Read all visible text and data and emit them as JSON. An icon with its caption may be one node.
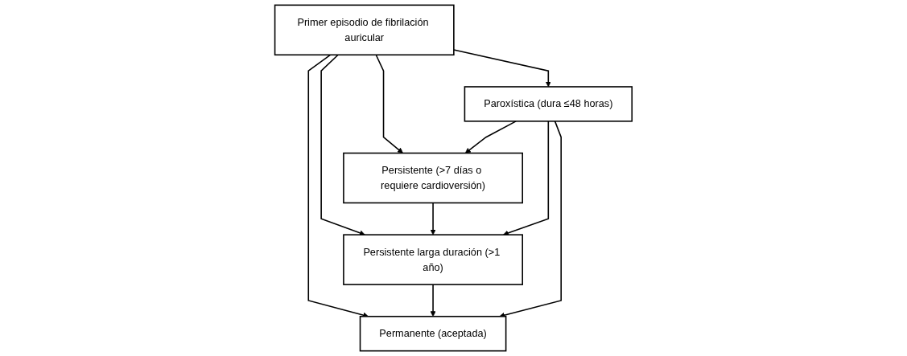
{
  "diagram": {
    "nodes": [
      {
        "text": [
          "Primer episodio de fibrilación auricular"
        ]
      },
      {
        "text": [
          "Paroxística (dura ≤48 horas)"
        ]
      },
      {
        "text": [
          "Persistente (>7 días o requiere cardioversión)"
        ]
      },
      {
        "text": [
          "Persistente larga duración (>1 año)"
        ]
      },
      {
        "text": [
          "Permanente (aceptada)"
        ]
      }
    ],
    "edges": [
      {
        "from": 0,
        "to": 1,
        "arrow": "to"
      },
      {
        "from": 0,
        "to": 2,
        "arrow": "to"
      },
      {
        "from": 0,
        "to": 3,
        "arrow": "to"
      },
      {
        "from": 0,
        "to": 4,
        "arrow": "to"
      },
      {
        "from": 1,
        "to": 2,
        "arrow": "to"
      },
      {
        "from": 2,
        "to": 3,
        "arrow": "to"
      },
      {
        "from": 1,
        "to": 3,
        "arrow": "to"
      },
      {
        "from": 3,
        "to": 4,
        "arrow": "to"
      },
      {
        "from": 1,
        "to": 4,
        "arrow": "to"
      }
    ]
  }
}
